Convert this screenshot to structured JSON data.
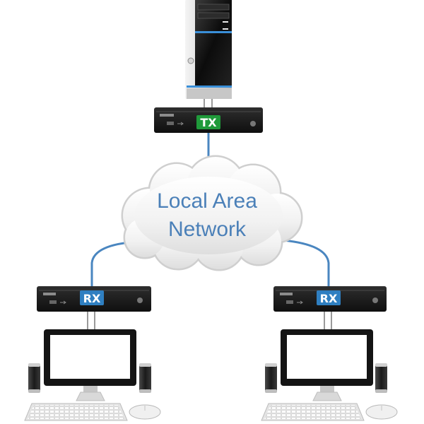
{
  "diagram": {
    "transmitter": {
      "label": "TX",
      "label_color": "#1f9a3a"
    },
    "receivers": [
      {
        "label": "RX",
        "label_color": "#2f7fc1"
      },
      {
        "label": "RX",
        "label_color": "#2f7fc1"
      }
    ],
    "network": {
      "line1": "Local Area",
      "line2": "Network",
      "text_color": "#4b80b8"
    },
    "link_color": "#4a86c0"
  }
}
